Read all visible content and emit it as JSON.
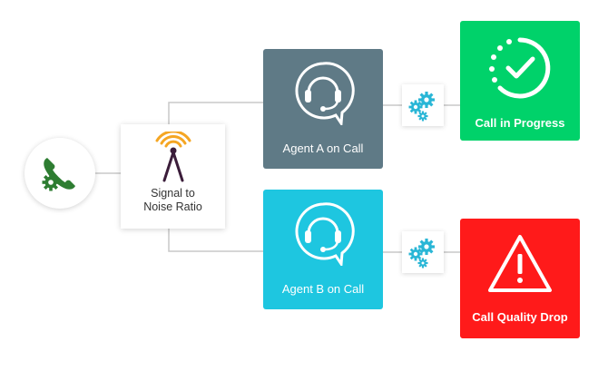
{
  "nodes": {
    "snr": {
      "label": "Signal to\nNoise Ratio"
    },
    "agent_a": {
      "label": "Agent A on Call"
    },
    "agent_b": {
      "label": "Agent B on Call"
    },
    "progress": {
      "label": "Call in Progress"
    },
    "drop": {
      "label": "Call Quality Drop"
    }
  },
  "colors": {
    "phone_green": "#2e7d32",
    "snr_orange": "#f5a623",
    "snr_tower": "#3b1d3a",
    "agent_a_bg": "#5f7a86",
    "agent_b_bg": "#1ec6e0",
    "gear_blue": "#29b6d6",
    "progress_green": "#00d26a",
    "drop_red": "#ff1a1a",
    "connector": "#c8c8c8"
  },
  "icons": {
    "phone": "phone-gear-icon",
    "snr": "signal-tower-icon",
    "agent": "headset-chat-icon",
    "gears": "gears-icon",
    "progress": "check-circle-dashed-icon",
    "drop": "warning-triangle-icon"
  }
}
